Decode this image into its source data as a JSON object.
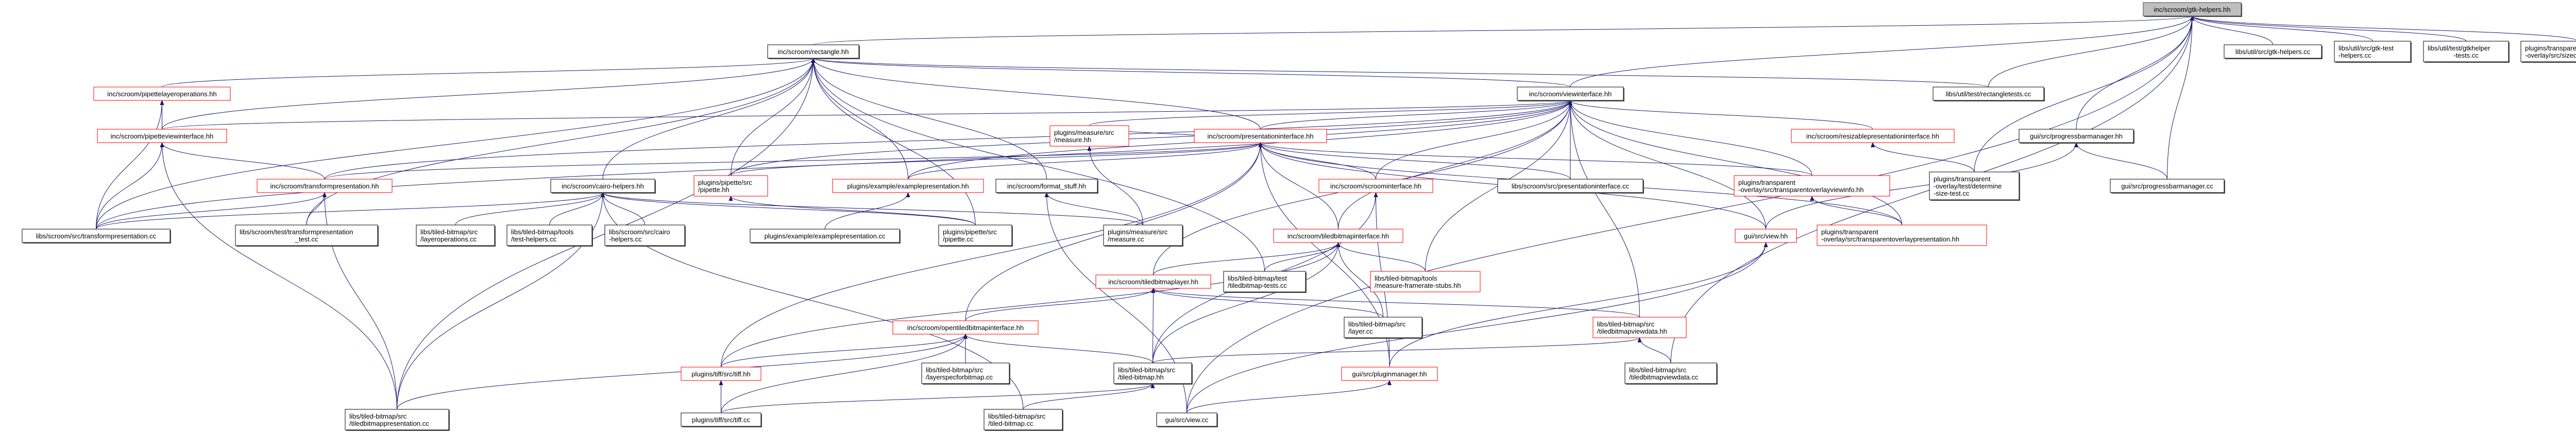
{
  "colors": {
    "edge": "#191970",
    "truncated_border": "#ff0000",
    "normal_border": "#000000",
    "root_fill": "#bfbfbf",
    "background": "#ffffff"
  },
  "graph": {
    "nodes": [
      {
        "id": "gtk",
        "kind": "root",
        "label": [
          "inc/scroom/gtk-helpers.hh"
        ]
      },
      {
        "id": "rect",
        "kind": "normal",
        "label": [
          "inc/scroom/rectangle.hh"
        ]
      },
      {
        "id": "view_if",
        "kind": "normal",
        "label": [
          "inc/scroom/viewinterface.hh"
        ]
      },
      {
        "id": "pres_if",
        "kind": "truncated",
        "label": [
          "inc/scroom/presentationinterface.hh"
        ]
      },
      {
        "id": "pipe_layer",
        "kind": "truncated",
        "label": [
          "inc/scroom/pipettelayeroperations.hh"
        ]
      },
      {
        "id": "pipe_view",
        "kind": "truncated",
        "label": [
          "inc/scroom/pipetteviewinterface.hh"
        ]
      },
      {
        "id": "transform_hh",
        "kind": "truncated",
        "label": [
          "inc/scroom/transformpresentation.hh"
        ]
      },
      {
        "id": "cairo_hh",
        "kind": "normal",
        "label": [
          "inc/scroom/cairo-helpers.hh"
        ]
      },
      {
        "id": "pipette_hh",
        "kind": "truncated",
        "label": [
          "plugins/pipette/src",
          "/pipette.hh"
        ]
      },
      {
        "id": "example_hh",
        "kind": "truncated",
        "label": [
          "plugins/example/examplepresentation.hh"
        ]
      },
      {
        "id": "format_hh",
        "kind": "normal",
        "label": [
          "inc/scroom/format_stuff.hh"
        ]
      },
      {
        "id": "measure_hh",
        "kind": "truncated",
        "label": [
          "plugins/measure/src",
          "/measure.hh"
        ]
      },
      {
        "id": "scroom_if",
        "kind": "truncated",
        "label": [
          "inc/scroom/scroominterface.hh"
        ]
      },
      {
        "id": "resizable",
        "kind": "truncated",
        "label": [
          "inc/scroom/resizablepresentationinterface.hh"
        ]
      },
      {
        "id": "rect_tests",
        "kind": "normal",
        "label": [
          "libs/util/test/rectangletests.cc"
        ]
      },
      {
        "id": "pres_if_cc",
        "kind": "normal",
        "label": [
          "libs/scroom/src/presentationinterface.cc"
        ]
      },
      {
        "id": "tov_info",
        "kind": "truncated",
        "label": [
          "plugins/transparent",
          "-overlay/src/transparentoverlayviewinfo.hh"
        ]
      },
      {
        "id": "det_size",
        "kind": "normal",
        "label": [
          "plugins/transparent",
          "-overlay/test/determine",
          "-size-test.cc"
        ]
      },
      {
        "id": "pbm_hh",
        "kind": "normal",
        "label": [
          "gui/src/progressbarmanager.hh"
        ]
      },
      {
        "id": "pbm_cc",
        "kind": "normal",
        "label": [
          "gui/src/progressbarmanager.cc"
        ]
      },
      {
        "id": "gtk_cc",
        "kind": "normal",
        "label": [
          "libs/util/src/gtk-helpers.cc"
        ]
      },
      {
        "id": "gtk_test",
        "kind": "normal",
        "label": [
          "libs/util/src/gtk-test",
          "-helpers.cc"
        ]
      },
      {
        "id": "gtkhelper_tests",
        "kind": "normal",
        "label": [
          "libs/util/test/gtkhelper",
          "-tests.cc"
        ]
      },
      {
        "id": "sizedet",
        "kind": "normal",
        "label": [
          "plugins/transparent",
          "-overlay/src/sizedeterminer.cc"
        ]
      },
      {
        "id": "transform_cc",
        "kind": "normal",
        "label": [
          "libs/scroom/src/transformpresentation.cc"
        ]
      },
      {
        "id": "transform_test",
        "kind": "normal",
        "label": [
          "libs/scroom/test/transformpresentation",
          "_test.cc"
        ]
      },
      {
        "id": "layerops_cc",
        "kind": "normal",
        "label": [
          "libs/tiled-bitmap/src",
          "/layeroperations.cc"
        ]
      },
      {
        "id": "test_helpers",
        "kind": "normal",
        "label": [
          "libs/tiled-bitmap/tools",
          "/test-helpers.cc"
        ]
      },
      {
        "id": "cairo_cc",
        "kind": "normal",
        "label": [
          "libs/scroom/src/cairo",
          "-helpers.cc"
        ]
      },
      {
        "id": "tbp_cc",
        "kind": "normal",
        "label": [
          "libs/tiled-bitmap/src",
          "/tiledbitmappresentation.cc"
        ]
      },
      {
        "id": "example_cc",
        "kind": "normal",
        "label": [
          "plugins/example/examplepresentation.cc"
        ]
      },
      {
        "id": "pipette_cc",
        "kind": "normal",
        "label": [
          "plugins/pipette/src",
          "/pipette.cc"
        ]
      },
      {
        "id": "measure_cc",
        "kind": "normal",
        "label": [
          "plugins/measure/src",
          "/measure.cc"
        ]
      },
      {
        "id": "tb_if",
        "kind": "truncated",
        "label": [
          "inc/scroom/tiledbitmapinterface.hh"
        ]
      },
      {
        "id": "tb_layer",
        "kind": "truncated",
        "label": [
          "inc/scroom/tiledbitmaplayer.hh"
        ]
      },
      {
        "id": "tb_tests",
        "kind": "normal",
        "label": [
          "libs/tiled-bitmap/test",
          "/tiledbitmap-tests.cc"
        ]
      },
      {
        "id": "opentb_if",
        "kind": "truncated",
        "label": [
          "inc/scroom/opentiledbitmapinterface.hh"
        ]
      },
      {
        "id": "tiff_hh",
        "kind": "truncated",
        "label": [
          "plugins/tiff/src/tiff.hh"
        ]
      },
      {
        "id": "layerspec",
        "kind": "normal",
        "label": [
          "libs/tiled-bitmap/src",
          "/layerspecforbitmap.cc"
        ]
      },
      {
        "id": "tb_hh",
        "kind": "normal",
        "label": [
          "libs/tiled-bitmap/src",
          "/tiled-bitmap.hh"
        ]
      },
      {
        "id": "tiff_cc",
        "kind": "normal",
        "label": [
          "plugins/tiff/src/tiff.cc"
        ]
      },
      {
        "id": "tb_cc",
        "kind": "normal",
        "label": [
          "libs/tiled-bitmap/src",
          "/tiled-bitmap.cc"
        ]
      },
      {
        "id": "view_cc",
        "kind": "normal",
        "label": [
          "gui/src/view.cc"
        ]
      },
      {
        "id": "mfs_hh",
        "kind": "truncated",
        "label": [
          "libs/tiled-bitmap/tools",
          "/measure-framerate-stubs.hh"
        ]
      },
      {
        "id": "view_hh",
        "kind": "truncated",
        "label": [
          "gui/src/view.hh"
        ]
      },
      {
        "id": "tov_pres",
        "kind": "truncated",
        "label": [
          "plugins/transparent",
          "-overlay/src/transparentoverlaypresentation.hh"
        ]
      },
      {
        "id": "layer_cc",
        "kind": "normal",
        "label": [
          "libs/tiled-bitmap/src",
          "/layer.cc"
        ]
      },
      {
        "id": "tbvd_hh",
        "kind": "truncated",
        "label": [
          "libs/tiled-bitmap/src",
          "/tiledbitmapviewdata.hh"
        ]
      },
      {
        "id": "pm_hh",
        "kind": "truncated",
        "label": [
          "gui/src/pluginmanager.hh"
        ]
      },
      {
        "id": "tbvd_cc",
        "kind": "normal",
        "label": [
          "libs/tiled-bitmap/src",
          "/tiledbitmapviewdata.cc"
        ]
      }
    ],
    "edges": [
      [
        "rect",
        "gtk"
      ],
      [
        "view_if",
        "gtk"
      ],
      [
        "view_if",
        "rect"
      ],
      [
        "pbm_hh",
        "gtk"
      ],
      [
        "pbm_cc",
        "gtk"
      ],
      [
        "pbm_cc",
        "pbm_hh"
      ],
      [
        "gtk_cc",
        "gtk"
      ],
      [
        "gtk_test",
        "gtk"
      ],
      [
        "gtkhelper_tests",
        "gtk"
      ],
      [
        "sizedet",
        "gtk"
      ],
      [
        "det_size",
        "gtk"
      ],
      [
        "det_size",
        "resizable"
      ],
      [
        "rect_tests",
        "rect"
      ],
      [
        "rect_tests",
        "gtk"
      ],
      [
        "view_cc",
        "gtk"
      ],
      [
        "pres_if",
        "view_if"
      ],
      [
        "pres_if",
        "rect"
      ],
      [
        "scroom_if",
        "pres_if"
      ],
      [
        "scroom_if",
        "view_if"
      ],
      [
        "resizable",
        "view_if"
      ],
      [
        "tb_if",
        "pres_if"
      ],
      [
        "tb_if",
        "view_if"
      ],
      [
        "tb_layer",
        "tb_if"
      ],
      [
        "tb_layer",
        "view_if"
      ],
      [
        "opentb_if",
        "tb_layer"
      ],
      [
        "opentb_if",
        "pres_if"
      ],
      [
        "pipe_layer",
        "rect"
      ],
      [
        "pipe_view",
        "pipe_layer"
      ],
      [
        "pipe_view",
        "rect"
      ],
      [
        "pipe_view",
        "view_if"
      ],
      [
        "transform_hh",
        "pipe_view"
      ],
      [
        "transform_hh",
        "pres_if"
      ],
      [
        "transform_hh",
        "view_if"
      ],
      [
        "cairo_hh",
        "rect"
      ],
      [
        "format_hh",
        "rect"
      ],
      [
        "measure_hh",
        "pres_if"
      ],
      [
        "measure_hh",
        "view_if"
      ],
      [
        "pipette_hh",
        "pres_if"
      ],
      [
        "pipette_hh",
        "view_if"
      ],
      [
        "pipette_hh",
        "rect"
      ],
      [
        "example_hh",
        "pres_if"
      ],
      [
        "example_hh",
        "rect"
      ],
      [
        "example_hh",
        "view_if"
      ],
      [
        "tov_info",
        "view_if"
      ],
      [
        "tov_info",
        "pres_if"
      ],
      [
        "transform_cc",
        "transform_hh"
      ],
      [
        "transform_cc",
        "pipe_layer"
      ],
      [
        "transform_cc",
        "pipe_view"
      ],
      [
        "transform_cc",
        "cairo_hh"
      ],
      [
        "transform_cc",
        "rect"
      ],
      [
        "transform_cc",
        "view_if"
      ],
      [
        "transform_test",
        "transform_hh"
      ],
      [
        "transform_test",
        "rect"
      ],
      [
        "layerops_cc",
        "cairo_hh"
      ],
      [
        "test_helpers",
        "cairo_hh"
      ],
      [
        "cairo_cc",
        "cairo_hh"
      ],
      [
        "tbp_cc",
        "transform_hh"
      ],
      [
        "tbp_cc",
        "pipe_view"
      ],
      [
        "tbp_cc",
        "cairo_hh"
      ],
      [
        "tbp_cc",
        "rect"
      ],
      [
        "tbp_cc",
        "opentb_if"
      ],
      [
        "example_cc",
        "example_hh"
      ],
      [
        "pipette_cc",
        "pipette_hh"
      ],
      [
        "pipette_cc",
        "rect"
      ],
      [
        "pipette_cc",
        "cairo_hh"
      ],
      [
        "measure_cc",
        "measure_hh"
      ],
      [
        "measure_cc",
        "format_hh"
      ],
      [
        "measure_cc",
        "cairo_hh"
      ],
      [
        "tb_tests",
        "tb_if"
      ],
      [
        "tb_tests",
        "rect"
      ],
      [
        "mfs_hh",
        "tb_if"
      ],
      [
        "mfs_hh",
        "view_if"
      ],
      [
        "view_hh",
        "view_if"
      ],
      [
        "view_hh",
        "pbm_hh"
      ],
      [
        "view_hh",
        "pres_if"
      ],
      [
        "tov_pres",
        "tov_info"
      ],
      [
        "tov_pres",
        "pres_if"
      ],
      [
        "tov_pres",
        "view_if"
      ],
      [
        "pres_if_cc",
        "pres_if"
      ],
      [
        "pres_if_cc",
        "view_if"
      ],
      [
        "layer_cc",
        "tb_if"
      ],
      [
        "layer_cc",
        "tb_layer"
      ],
      [
        "tbvd_hh",
        "tb_layer"
      ],
      [
        "tbvd_hh",
        "view_if"
      ],
      [
        "pm_hh",
        "scroom_if"
      ],
      [
        "pm_hh",
        "view_hh"
      ],
      [
        "pm_hh",
        "pres_if"
      ],
      [
        "tiff_hh",
        "opentb_if"
      ],
      [
        "tiff_hh",
        "pres_if"
      ],
      [
        "tiff_hh",
        "tb_if"
      ],
      [
        "layerspec",
        "opentb_if"
      ],
      [
        "tb_hh",
        "tb_layer"
      ],
      [
        "tb_hh",
        "opentb_if"
      ],
      [
        "tb_hh",
        "tb_if"
      ],
      [
        "tb_hh",
        "scroom_if"
      ],
      [
        "tb_hh",
        "tbvd_hh"
      ],
      [
        "tiff_cc",
        "tiff_hh"
      ],
      [
        "tiff_cc",
        "opentb_if"
      ],
      [
        "tiff_cc",
        "tb_hh"
      ],
      [
        "tb_cc",
        "tb_hh"
      ],
      [
        "tb_cc",
        "cairo_hh"
      ],
      [
        "view_cc",
        "view_hh"
      ],
      [
        "view_cc",
        "pm_hh"
      ],
      [
        "view_cc",
        "format_hh"
      ],
      [
        "tbvd_cc",
        "tbvd_hh"
      ],
      [
        "tbvd_cc",
        "gtk"
      ]
    ]
  }
}
